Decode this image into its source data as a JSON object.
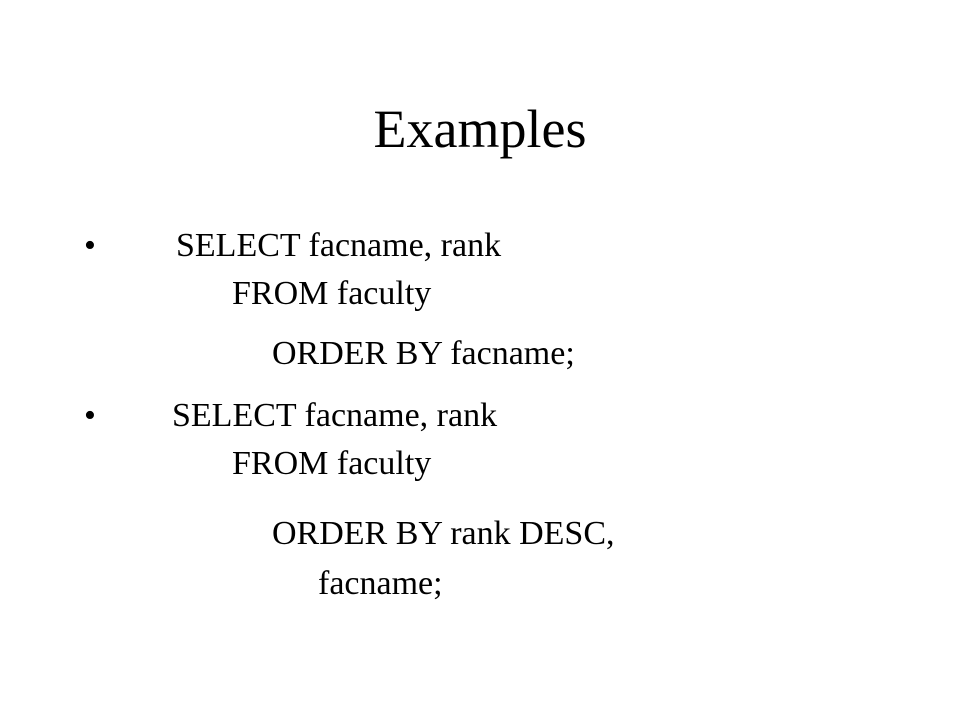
{
  "slide": {
    "title": "Examples",
    "bullet_symbol": "•",
    "examples": [
      {
        "lines": [
          "SELECT  facname,  rank",
          "FROM  faculty",
          "ORDER BY  facname;"
        ]
      },
      {
        "lines": [
          "SELECT  facname,  rank",
          "FROM  faculty",
          "ORDER BY  rank  DESC,",
          "facname;"
        ]
      }
    ]
  }
}
